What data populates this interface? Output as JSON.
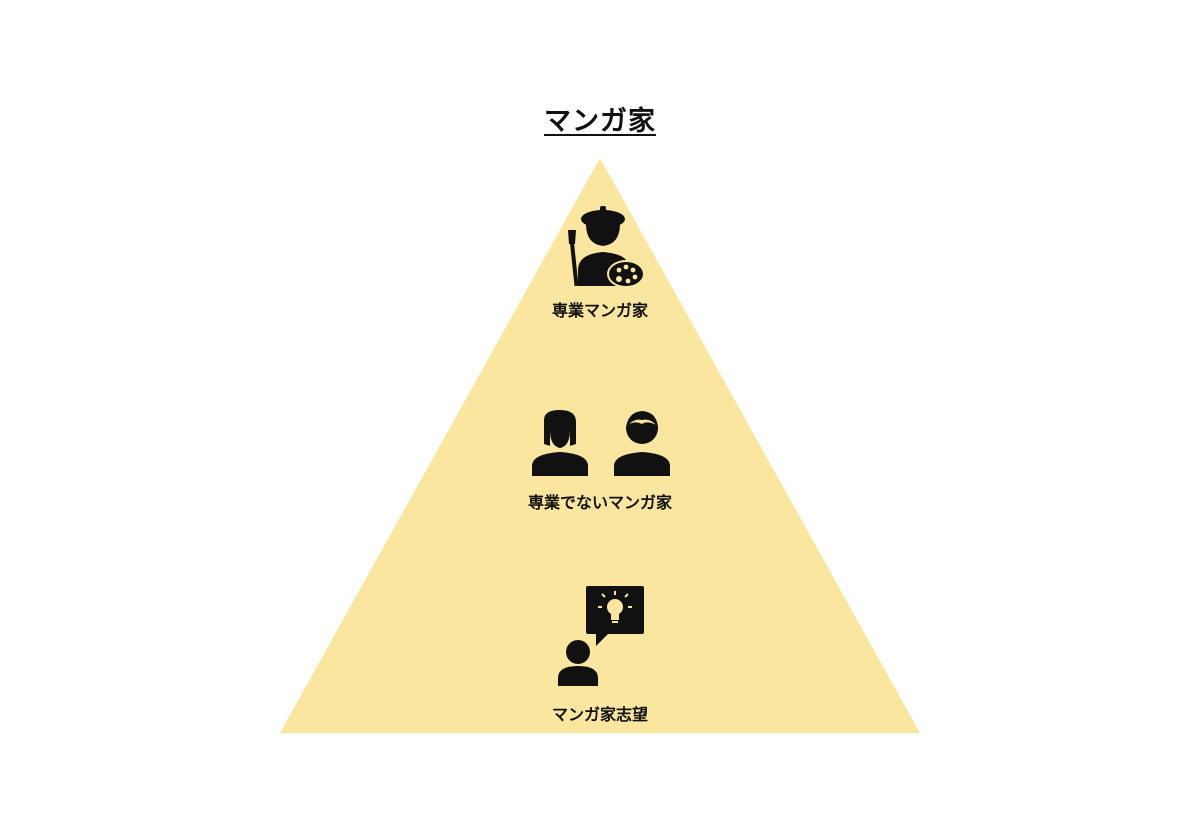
{
  "title": "マンガ家",
  "pyramid": {
    "fill_color": "#fbe6a0",
    "tiers": [
      {
        "label": "専業マンガ家",
        "icon": "painter-artist-icon"
      },
      {
        "label": "専業でないマンガ家",
        "icon": "woman-and-man-users-icon"
      },
      {
        "label": "マンガ家志望",
        "icon": "person-with-idea-bubble-icon"
      }
    ]
  }
}
